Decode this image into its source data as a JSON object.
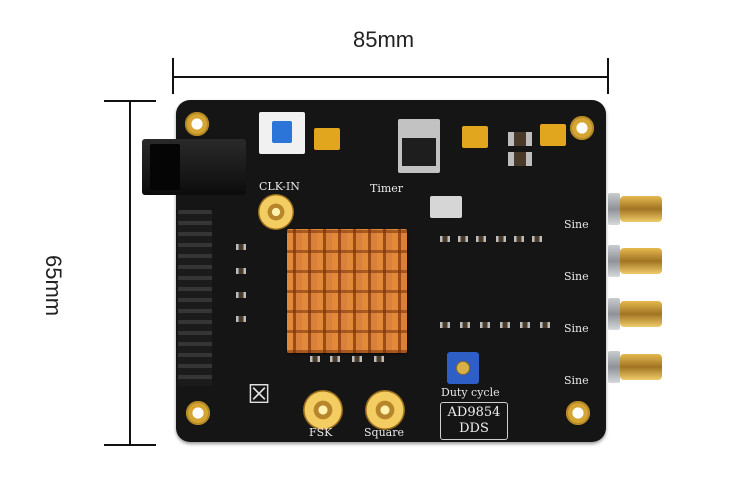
{
  "dimensions": {
    "width_label": "85mm",
    "height_label": "65mm"
  },
  "silkscreen": {
    "clk_in": "CLK-IN",
    "timer": "Timer",
    "sine_outputs": [
      "Sine",
      "Sine",
      "Sine",
      "Sine"
    ],
    "fsk": "FSK",
    "square": "Square",
    "duty_cycle": "Duty cycle",
    "chip_line1": "AD9854",
    "chip_line2": "DDS"
  },
  "colors": {
    "pcb": "#151515",
    "heatsink": "#d47a31",
    "gold": "#d4a533",
    "switch_cap": "#2b74d8",
    "potentiometer": "#2d5fc7"
  }
}
